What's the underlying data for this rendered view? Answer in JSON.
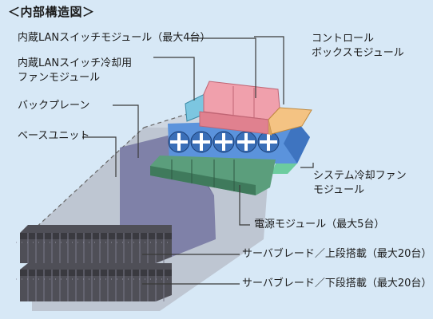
{
  "diagram": {
    "title": "＜内部構造図＞",
    "labels": {
      "lan_switch_module": "内蔵LANスイッチモジュール（最大4台）",
      "lan_cooling_line1": "内蔵LANスイッチ冷却用",
      "lan_cooling_line2": "ファンモジュール",
      "control_box_line1": "コントロール",
      "control_box_line2": "ボックスモジュール",
      "backplane": "バックプレーン",
      "base_unit": "ベースユニット",
      "system_cooling_line1": "システム冷却ファン",
      "system_cooling_line2": "モジュール",
      "power_module": "電源モジュール（最大5台）",
      "blade_upper": "サーバブレード／上段搭載（最大20台）",
      "blade_lower": "サーバブレード／下段搭載（最大20台）"
    },
    "colors": {
      "background": "#d7e8f6",
      "lan_switch": "#f0a0ac",
      "lan_cooling_fan": "#7cc6e0",
      "control_box": "#f4c383",
      "system_cooling_fan": "#5b93dc",
      "power_module": "#5b9e7c",
      "backplane": "#6f6f9e",
      "base_unit": "#a9a9b4",
      "server_blade": "#4f4f57"
    }
  }
}
